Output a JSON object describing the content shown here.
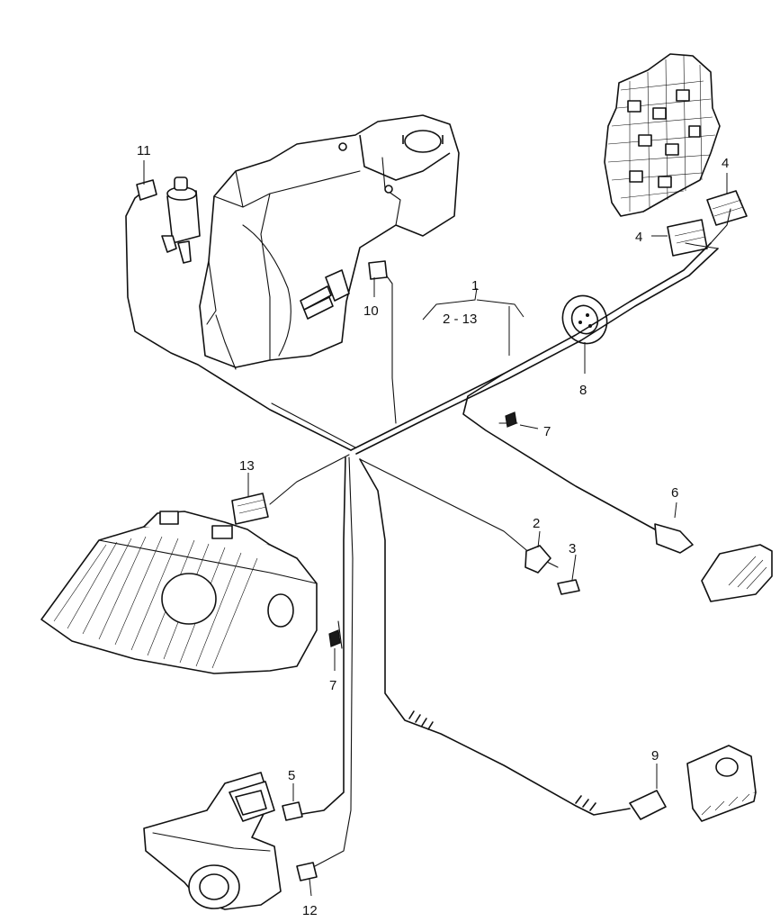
{
  "colors": {
    "line": "#111111",
    "background": "#ffffff"
  },
  "callouts": {
    "c1": "1",
    "c1_range": "2 - 13",
    "c2": "2",
    "c3": "3",
    "c4_top": "4",
    "c4_left": "4",
    "c5": "5",
    "c6": "6",
    "c7_upper": "7",
    "c7_lower": "7",
    "c8": "8",
    "c9": "9",
    "c10": "10",
    "c11": "11",
    "c12": "12",
    "c13": "13"
  }
}
